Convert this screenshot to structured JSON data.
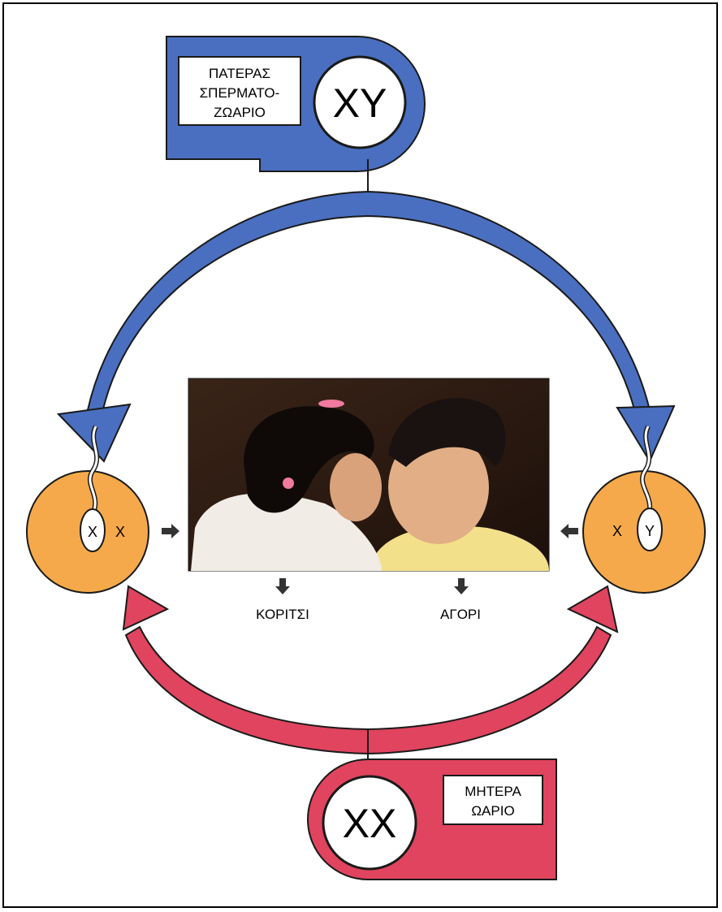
{
  "father": {
    "label_line1": "ΠΑΤΕΡΑΣ",
    "label_line2": "ΣΠΕΡΜΑΤΟ-",
    "label_line3": "ΖΩΑΡΙΟ",
    "chromosomes": "XY"
  },
  "mother": {
    "label_line1": "ΜΗΤΕΡΑ",
    "label_line2": "ΩΑΡΙΟ",
    "chromosomes": "XX"
  },
  "left_egg": {
    "sperm_chromosome": "X",
    "egg_chromosome": "X"
  },
  "right_egg": {
    "egg_chromosome": "X",
    "sperm_chromosome": "Y"
  },
  "outcomes": {
    "girl": "ΚΟΡΙΤΣΙ",
    "boy": "ΑΓΟΡΙ"
  },
  "colors": {
    "father_blue": "#4a6fc0",
    "mother_red": "#e0445e",
    "egg_orange": "#f5a94a",
    "outline": "#1a1a1a"
  }
}
